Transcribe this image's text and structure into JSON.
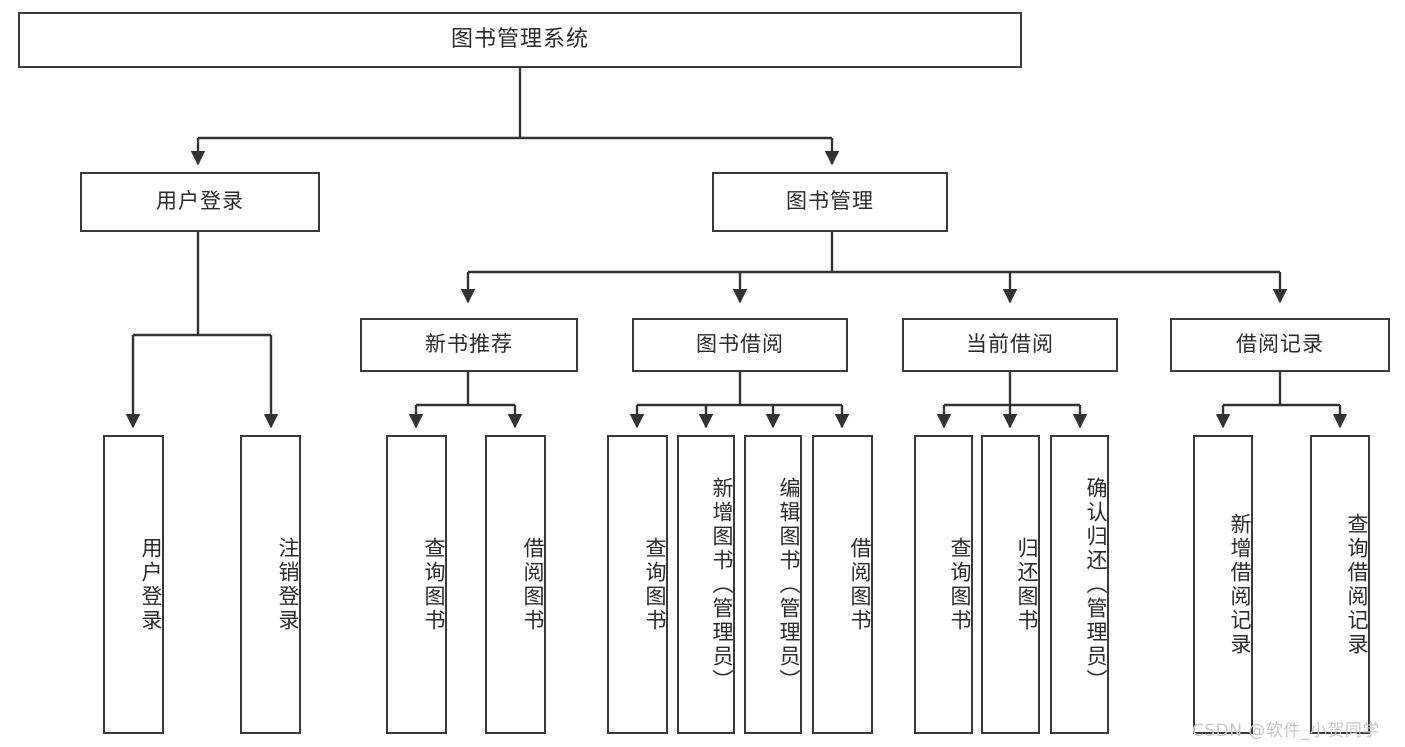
{
  "diagram": {
    "title": "图书管理系统",
    "type": "tree-hierarchy-chart",
    "orientation": "top-down",
    "colors": {
      "node_border": "#3a3a3a",
      "node_fill": "#ffffff",
      "edge": "#333333",
      "text": "#2b2b2b",
      "watermark": "#c9c9c9",
      "background": "#ffffff"
    },
    "watermark": "CSDN @软件_小贺同学"
  },
  "nodes": {
    "root": {
      "label": "图书管理系统"
    },
    "level2": [
      {
        "label": "用户登录"
      },
      {
        "label": "图书管理"
      }
    ],
    "level3": [
      {
        "label": "新书推荐"
      },
      {
        "label": "图书借阅"
      },
      {
        "label": "当前借阅"
      },
      {
        "label": "借阅记录"
      }
    ],
    "leaves": {
      "user_login": [
        {
          "label": "用户登录"
        },
        {
          "label": "注销登录"
        }
      ],
      "new_book_recommend": [
        {
          "label": "查询图书"
        },
        {
          "label": "借阅图书"
        }
      ],
      "book_borrow": [
        {
          "label": "查询图书"
        },
        {
          "label": "新增图书（管理员）"
        },
        {
          "label": "编辑图书（管理员）"
        },
        {
          "label": "借阅图书"
        }
      ],
      "current_borrow": [
        {
          "label": "查询图书"
        },
        {
          "label": "归还图书"
        },
        {
          "label": "确认归还（管理员）"
        }
      ],
      "borrow_record": [
        {
          "label": "新增借阅记录"
        },
        {
          "label": "查询借阅记录"
        }
      ]
    }
  }
}
